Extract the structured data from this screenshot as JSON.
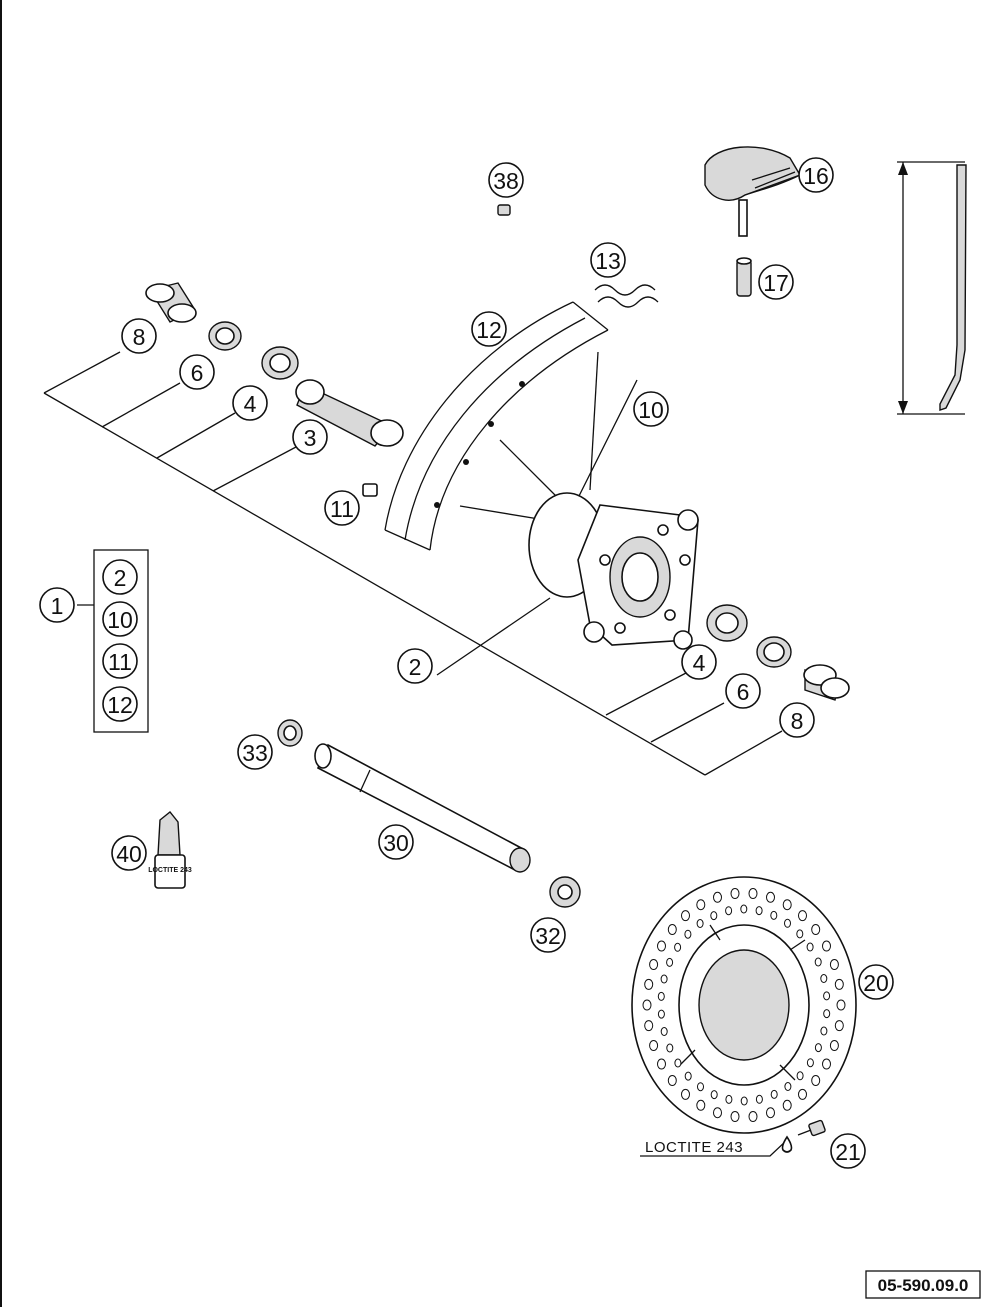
{
  "callouts": {
    "c38": "38",
    "c16": "16",
    "c17": "17",
    "c13": "13",
    "c12_top": "12",
    "c8_left": "8",
    "c6_left": "6",
    "c4_left": "4",
    "c3": "3",
    "c10_top": "10",
    "c11_top": "11",
    "c1": "1",
    "c2_main": "2",
    "c4_right": "4",
    "c6_right": "6",
    "c8_right": "8",
    "c33": "33",
    "c30": "30",
    "c40": "40",
    "c32": "32",
    "c20": "20",
    "c21": "21"
  },
  "kit_box": {
    "items": [
      "2",
      "10",
      "11",
      "12"
    ]
  },
  "loctite_note": "LOCTITE 243",
  "loctite_tube_label": "LOCTITE 243",
  "drawing_code": "05-590.09.0"
}
